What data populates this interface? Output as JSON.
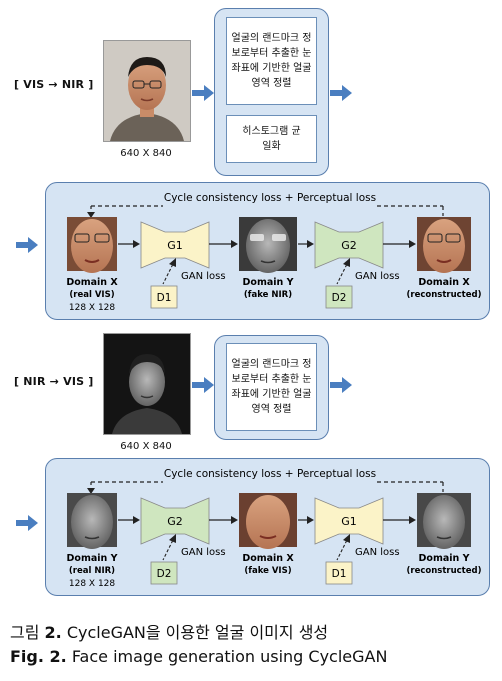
{
  "sec1": {
    "tag": "[ VIS → NIR ]",
    "input_size": "640 X 840",
    "step1": "얼굴의 랜드마크 정보로부터 추출한 눈 좌표에 기반한 얼굴 영역 정렬",
    "step2": "히스토그램 균일화",
    "loss": "Cycle consistency loss + Perceptual loss",
    "g_first": "G1",
    "g_second": "G2",
    "d_first": "D1",
    "d_second": "D2",
    "gan_loss": "GAN loss",
    "n1_title": "Domain X",
    "n1_sub": "(real VIS)",
    "n2_title": "Domain Y",
    "n2_sub": "(fake NIR)",
    "n3_title": "Domain X",
    "n3_sub": "(reconstructed)",
    "crop_size": "128 X 128"
  },
  "sec2": {
    "tag": "[ NIR → VIS ]",
    "input_size": "640 X 840",
    "step1": "얼굴의 랜드마크 정보로부터 추출한 눈 좌표에 기반한 얼굴 영역 정렬",
    "loss": "Cycle consistency loss + Perceptual loss",
    "g_first": "G2",
    "g_second": "G1",
    "d_first": "D2",
    "d_second": "D1",
    "gan_loss": "GAN loss",
    "n1_title": "Domain Y",
    "n1_sub": "(real NIR)",
    "n2_title": "Domain X",
    "n2_sub": "(fake VIS)",
    "n3_title": "Domain Y",
    "n3_sub": "(reconstructed)",
    "crop_size": "128 X 128"
  },
  "caption": {
    "ko_prefix": "그림 ",
    "ko_num": "2.",
    "ko_text": " CycleGAN을 이용한 얼굴 이미지 생성",
    "en_prefix": "Fig. 2.",
    "en_text": " Face image generation using CycleGAN"
  },
  "colors": {
    "panel_fill": "#d6e4f3",
    "panel_stroke": "#5a7fae",
    "arrow": "#4a7ec0",
    "gen_yellow": "#fbf3c8",
    "gen_green": "#cfe6bf",
    "disc_yellow": "#fbf3c8",
    "disc_green": "#cfe6bf"
  }
}
